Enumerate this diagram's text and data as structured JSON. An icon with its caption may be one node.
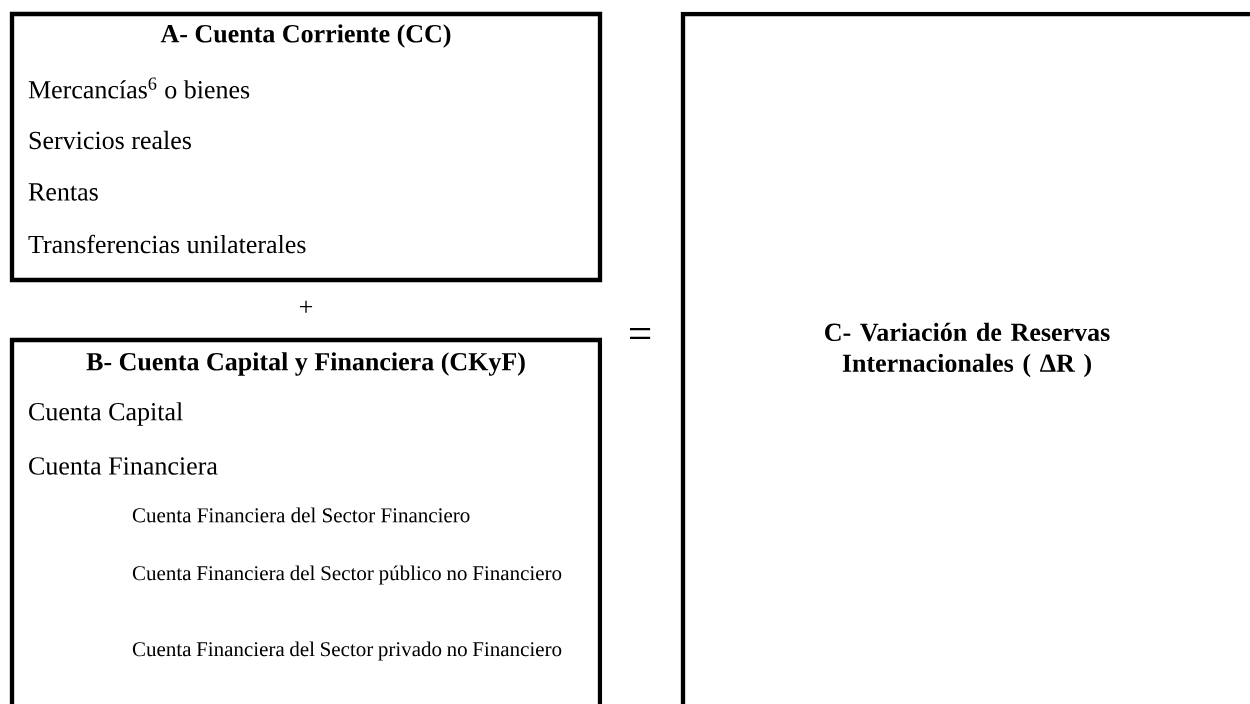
{
  "diagram": {
    "nodes": [
      {
        "text": [
          "A- Cuenta Corriente (CC)",
          "Mercancías$^{6}$ o bienes",
          "Servicios reales",
          "Rentas",
          "Transferencias unilaterales"
        ]
      },
      {
        "text": [
          "B- Cuenta Capital y Financiera (CKyF)",
          "Cuenta Capital",
          "Cuenta Financiera",
          "Cuenta Financiera del Sector Financiero",
          "Cuenta Financiera del Sector público no Financiero",
          "Cuenta Financiera del Sector privado no Financiero"
        ]
      },
      {
        "text": [
          "C- Variación de Reservas Internacionales ( ΔR )"
        ]
      }
    ],
    "labels": [
      "+",
      "="
    ]
  }
}
